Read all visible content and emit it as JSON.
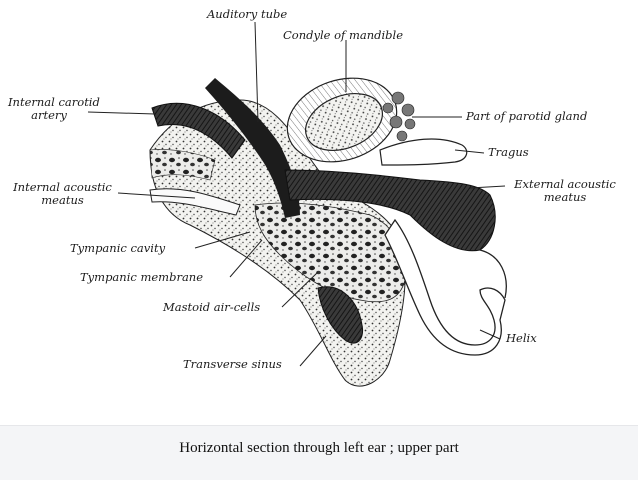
{
  "labels": {
    "auditory_tube": "Auditory tube",
    "condyle": "Condyle of mandible",
    "internal_carotid": [
      "Internal carotid",
      "artery"
    ],
    "parotid": "Part of parotid gland",
    "tragus": "Tragus",
    "internal_acoustic": [
      "Internal acoustic",
      "meatus"
    ],
    "external_acoustic": [
      "External acoustic",
      "meatus"
    ],
    "tympanic_cavity": "Tympanic cavity",
    "tympanic_membrane": "Tympanic membrane",
    "mastoid": "Mastoid air-cells",
    "helix": "Helix",
    "transverse_sinus": "Transverse sinus"
  },
  "caption": "Horizontal  section through left ear ; upper part",
  "colors": {
    "ink": "#1a1a1a",
    "caption_band": "#f4f5f7"
  }
}
